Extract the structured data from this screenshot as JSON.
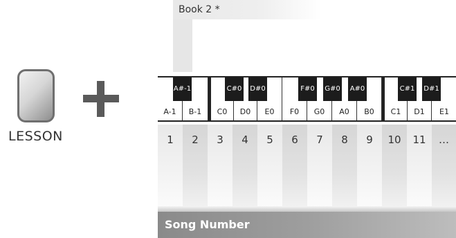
{
  "book": {
    "label": "Book 2 *"
  },
  "lesson": {
    "button_icon": "lesson-button-icon",
    "label": "LESSON"
  },
  "plus": {
    "icon": "plus-icon"
  },
  "keyboard": {
    "white_keys": [
      "A-1",
      "B-1",
      "C0",
      "D0",
      "E0",
      "F0",
      "G0",
      "A0",
      "B0",
      "C1",
      "D1",
      "E1"
    ],
    "black_keys": [
      "A#-1",
      "C#0",
      "D#0",
      "F#0",
      "G#0",
      "A#0",
      "C#1",
      "D#1"
    ]
  },
  "songs": {
    "numbers": [
      "1",
      "2",
      "3",
      "4",
      "5",
      "6",
      "7",
      "8",
      "9",
      "10",
      "11",
      "…"
    ],
    "label": "Song Number"
  }
}
